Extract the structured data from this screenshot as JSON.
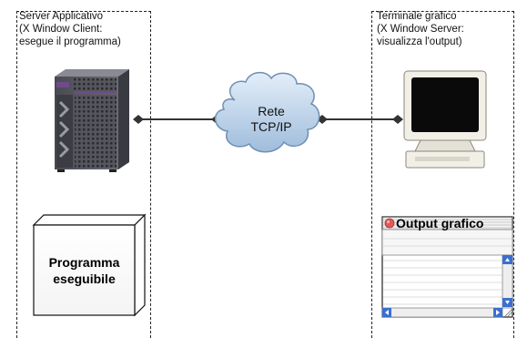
{
  "left_panel": {
    "title_lines": [
      "Server Applicativo",
      "(X Window Client:",
      "esegue il programma)"
    ]
  },
  "right_panel": {
    "title_lines": [
      "Terminale grafico",
      "(X Window Server:",
      "visualizza l'output)"
    ]
  },
  "network": {
    "label_lines": [
      "Rete",
      "TCP/IP"
    ]
  },
  "program_box": {
    "label_lines": [
      "Programma",
      "eseguibile"
    ]
  },
  "output_window": {
    "title": "Output grafico"
  },
  "icons": [
    "server-icon",
    "cloud-icon",
    "monitor-icon",
    "close-dot-icon",
    "scroll-arrow-icon"
  ]
}
